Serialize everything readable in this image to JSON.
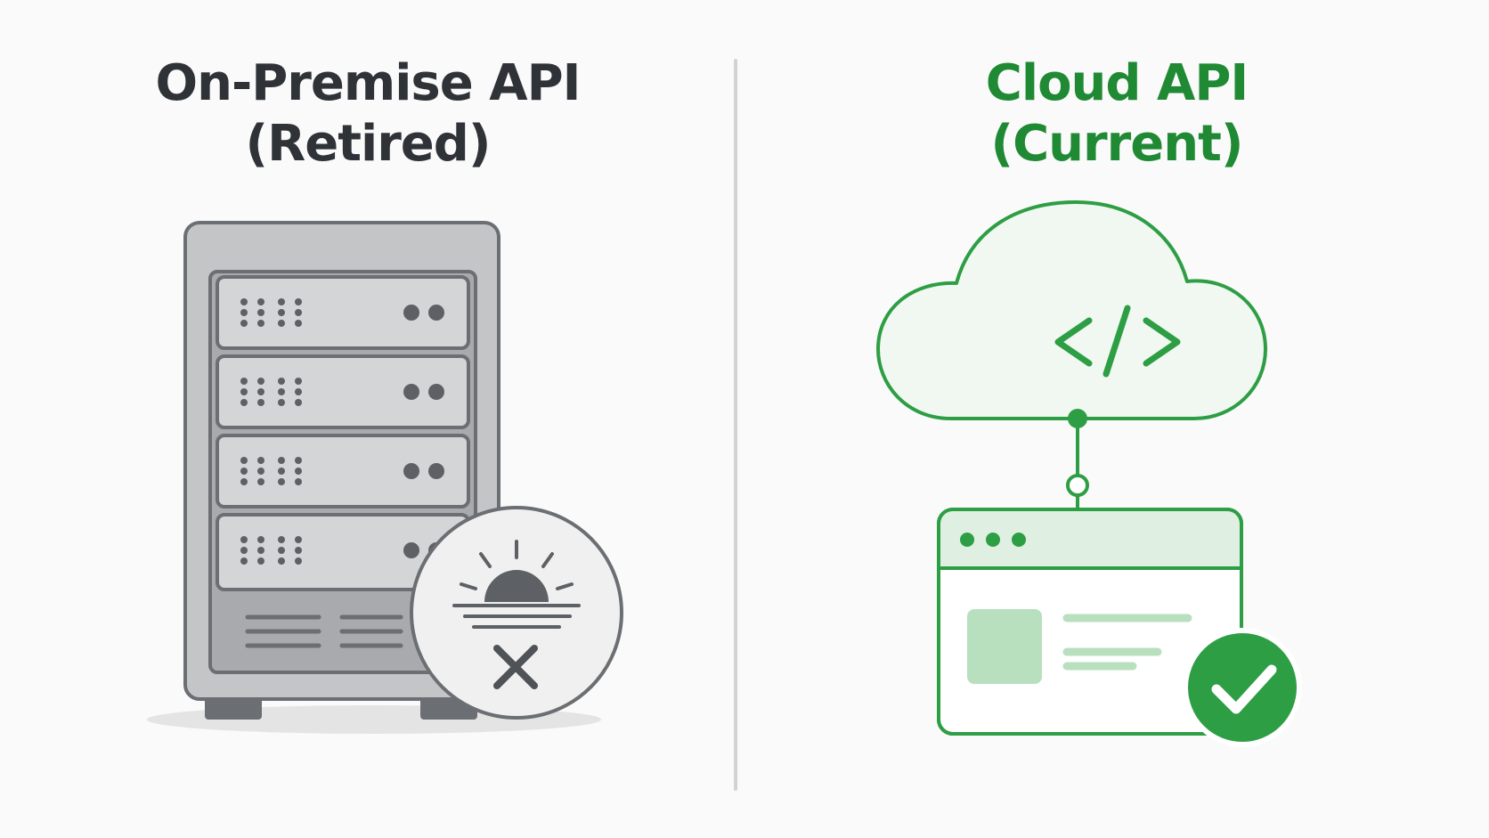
{
  "left_panel": {
    "title_line1": "On-Premise API",
    "title_line2": "(Retired)",
    "title_color": "#2f3338",
    "icons": [
      "server-rack-icon",
      "sunset-icon",
      "x-mark-icon"
    ],
    "accent": "#6b6e72"
  },
  "right_panel": {
    "title_line1": "Cloud API",
    "title_line2": "(Current)",
    "title_color": "#1f8a33",
    "icons": [
      "cloud-icon",
      "code-brackets-icon",
      "browser-window-icon",
      "checkmark-icon"
    ],
    "accent": "#2e9e45"
  }
}
